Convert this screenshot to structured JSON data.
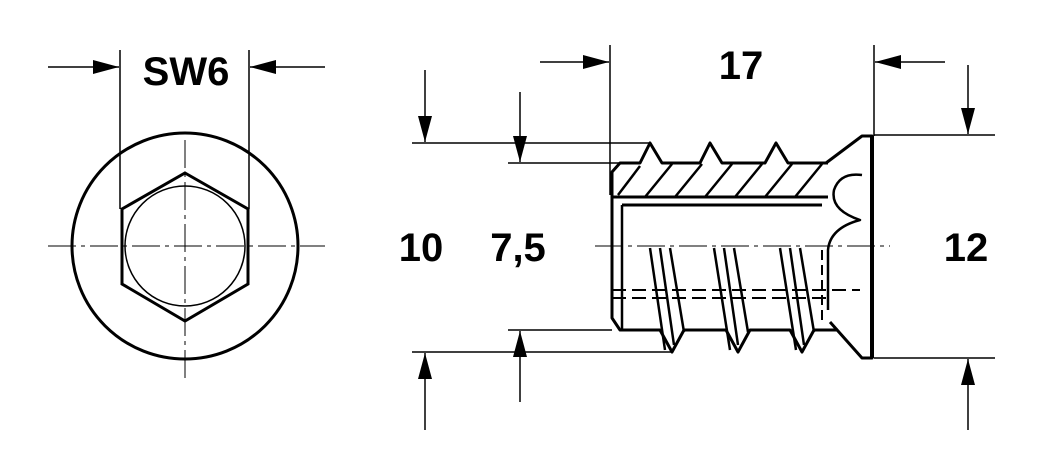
{
  "colors": {
    "ink": "#000000",
    "background": "#ffffff"
  },
  "labels": {
    "wrench_size": "SW6",
    "length": "17",
    "outer_thread_diameter": "10",
    "core_diameter": "7,5",
    "flange_diameter": "12"
  }
}
